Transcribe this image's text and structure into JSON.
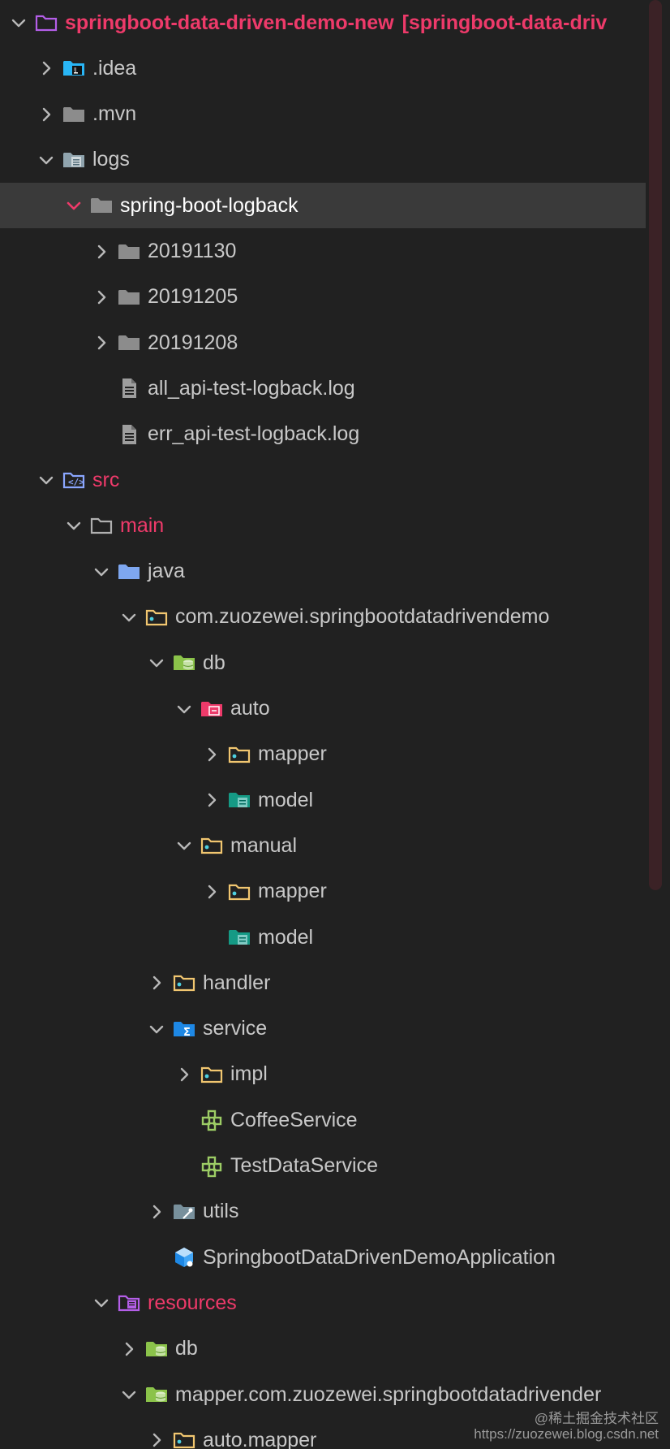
{
  "colors": {
    "background": "#212121",
    "selected_row": "#3a3a3a",
    "accent_red": "#ee3a6a",
    "text": "#c8c8c8",
    "folder_gray": "#8c8c8c",
    "folder_blue": "#7ea7f0",
    "folder_yellow": "#f1c670",
    "db_green": "#8bc34a",
    "model_teal": "#159a85",
    "interface_green": "#9ccc65",
    "resources_purple": "#b45ee8"
  },
  "tree": [
    {
      "label": "springboot-data-driven-demo-new",
      "extra": "[springboot-data-driv",
      "depth": 0,
      "arrow": "down",
      "icon": "folder-outline-purple-icon",
      "style": "red-bold"
    },
    {
      "label": ".idea",
      "depth": 1,
      "arrow": "right",
      "icon": "idea-folder-icon",
      "style": "normal"
    },
    {
      "label": ".mvn",
      "depth": 1,
      "arrow": "right",
      "icon": "folder-gray-icon",
      "style": "normal"
    },
    {
      "label": "logs",
      "depth": 1,
      "arrow": "down",
      "icon": "logs-folder-icon",
      "style": "normal"
    },
    {
      "label": "spring-boot-logback",
      "depth": 2,
      "arrow": "down-red",
      "icon": "folder-gray-icon",
      "style": "white",
      "selected": true
    },
    {
      "label": "20191130",
      "depth": 3,
      "arrow": "right",
      "icon": "folder-gray-icon",
      "style": "normal"
    },
    {
      "label": "20191205",
      "depth": 3,
      "arrow": "right",
      "icon": "folder-gray-icon",
      "style": "normal"
    },
    {
      "label": "20191208",
      "depth": 3,
      "arrow": "right",
      "icon": "folder-gray-icon",
      "style": "normal"
    },
    {
      "label": "all_api-test-logback.log",
      "depth": 3,
      "arrow": "none",
      "icon": "log-file-icon",
      "style": "normal"
    },
    {
      "label": "err_api-test-logback.log",
      "depth": 3,
      "arrow": "none",
      "icon": "log-file-icon",
      "style": "normal"
    },
    {
      "label": "src",
      "depth": 1,
      "arrow": "down",
      "icon": "source-folder-icon",
      "style": "red"
    },
    {
      "label": "main",
      "depth": 2,
      "arrow": "down",
      "icon": "folder-outline-gray-icon",
      "style": "red"
    },
    {
      "label": "java",
      "depth": 3,
      "arrow": "down",
      "icon": "folder-blue-icon",
      "style": "normal"
    },
    {
      "label": "com.zuozewei.springbootdatadrivendemo",
      "depth": 4,
      "arrow": "down",
      "icon": "package-folder-icon",
      "style": "normal"
    },
    {
      "label": "db",
      "depth": 5,
      "arrow": "down",
      "icon": "database-folder-icon",
      "style": "normal"
    },
    {
      "label": "auto",
      "depth": 6,
      "arrow": "down",
      "icon": "auto-folder-icon",
      "style": "normal"
    },
    {
      "label": "mapper",
      "depth": 7,
      "arrow": "right",
      "icon": "package-folder-icon",
      "style": "normal"
    },
    {
      "label": "model",
      "depth": 7,
      "arrow": "right",
      "icon": "model-folder-icon",
      "style": "normal"
    },
    {
      "label": "manual",
      "depth": 6,
      "arrow": "down",
      "icon": "package-folder-icon",
      "style": "normal"
    },
    {
      "label": "mapper",
      "depth": 7,
      "arrow": "right",
      "icon": "package-folder-icon",
      "style": "normal"
    },
    {
      "label": "model",
      "depth": 7,
      "arrow": "none",
      "icon": "model-folder-icon",
      "style": "normal"
    },
    {
      "label": "handler",
      "depth": 5,
      "arrow": "right",
      "icon": "package-folder-icon",
      "style": "normal"
    },
    {
      "label": "service",
      "depth": 5,
      "arrow": "down",
      "icon": "service-folder-icon",
      "style": "normal"
    },
    {
      "label": "impl",
      "depth": 6,
      "arrow": "right",
      "icon": "package-folder-icon",
      "style": "normal"
    },
    {
      "label": "CoffeeService",
      "depth": 6,
      "arrow": "none",
      "icon": "interface-icon",
      "style": "normal"
    },
    {
      "label": "TestDataService",
      "depth": 6,
      "arrow": "none",
      "icon": "interface-icon",
      "style": "normal"
    },
    {
      "label": "utils",
      "depth": 5,
      "arrow": "right",
      "icon": "utils-folder-icon",
      "style": "normal"
    },
    {
      "label": "SpringbootDataDrivenDemoApplication",
      "depth": 5,
      "arrow": "none",
      "icon": "application-class-icon",
      "style": "normal"
    },
    {
      "label": "resources",
      "depth": 3,
      "arrow": "down",
      "icon": "resources-folder-icon",
      "style": "red"
    },
    {
      "label": "db",
      "depth": 4,
      "arrow": "right",
      "icon": "database-folder-icon",
      "style": "normal"
    },
    {
      "label": "mapper.com.zuozewei.springbootdatadrivender",
      "depth": 4,
      "arrow": "down",
      "icon": "database-folder-icon",
      "style": "normal"
    },
    {
      "label": "auto.mapper",
      "depth": 5,
      "arrow": "right",
      "icon": "package-folder-icon",
      "style": "normal"
    }
  ],
  "watermark": {
    "line1": "@稀土掘金技术社区",
    "line2": "https://zuozewei.blog.csdn.net"
  }
}
